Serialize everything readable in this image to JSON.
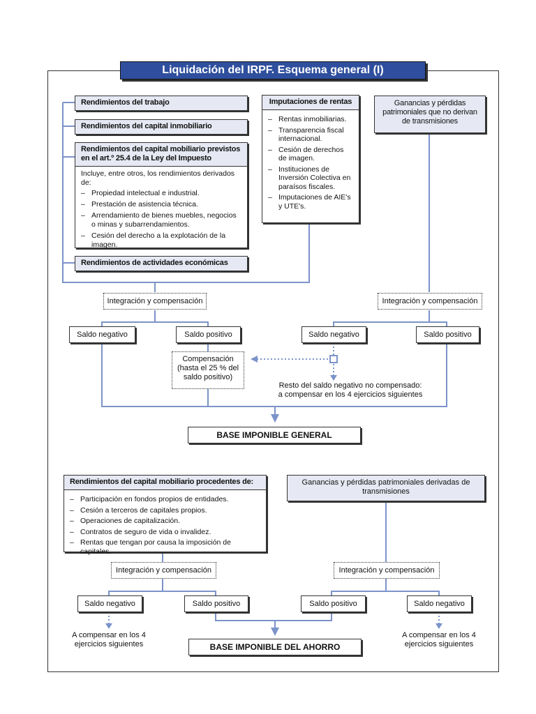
{
  "title": "Liquidación del IRPF. Esquema general (I)",
  "top": {
    "rend_trabajo": "Rendimientos del trabajo",
    "rend_inmobiliario": "Rendimientos del capital inmobiliario",
    "rend_mobiliario": {
      "header": "Rendimientos del capital mobiliario previstos en el art.º 25.4 de la Ley del Impuesto",
      "intro": "Incluye, entre otros, los rendimientos derivados de:",
      "items": [
        "Propiedad intelectual e industrial.",
        "Prestación de asistencia técnica.",
        "Arrendamiento de bienes muebles, negocios o minas y subarrendamientos.",
        "Cesión del derecho a la explotación de la imagen."
      ]
    },
    "rend_actividades": "Rendimientos de actividades económicas",
    "imputaciones": {
      "header": "Imputaciones de rentas",
      "items": [
        "Rentas inmobiliarias.",
        "Transparencia fiscal internacional.",
        "Cesión de derechos de imagen.",
        "Instituciones de Inversión Colectiva en paraísos fiscales.",
        "Imputaciones de AIE's y UTE's."
      ]
    },
    "ganancias_no_transm": "Ganancias y pérdidas patrimoniales que no derivan de transmisiones",
    "integracion_left": "Integración y compensación",
    "integracion_right": "Integración y compensación",
    "saldo_neg_left": "Saldo negativo",
    "saldo_pos_left": "Saldo positivo",
    "saldo_neg_right": "Saldo negativo",
    "saldo_pos_right": "Saldo positivo",
    "compensacion": "Compensación (hasta el 25 % del saldo positivo)",
    "resto": "Resto del saldo negativo no compensado: a compensar en los 4 ejercicios siguientes",
    "base_general": "BASE IMPONIBLE GENERAL"
  },
  "bottom": {
    "rend_mobiliario": {
      "header": "Rendimientos del capital mobiliario procedentes de:",
      "items": [
        "Participación en fondos propios de entidades.",
        "Cesión a terceros de capitales propios.",
        "Operaciones de capitalización.",
        "Contratos de seguro de vida o invalidez.",
        "Rentas que tengan por causa la imposición de capitales."
      ]
    },
    "ganancias_transm": "Ganancias y pérdidas patrimoniales derivadas de transmisiones",
    "integracion_left": "Integración y compensación",
    "integracion_right": "Integración y compensación",
    "saldo_neg_left": "Saldo negativo",
    "saldo_pos_left": "Saldo positivo",
    "saldo_pos_right": "Saldo positivo",
    "saldo_neg_right": "Saldo negativo",
    "compensar_left": "A compensar en los 4 ejercicios siguientes",
    "compensar_right": "A compensar en los 4 ejercicios siguientes",
    "base_ahorro": "BASE IMPONIBLE DEL AHORRO"
  },
  "colors": {
    "title_bg": "#2f4f9e",
    "connector": "#7b93c9",
    "box_shade": "#e6e9f3"
  }
}
